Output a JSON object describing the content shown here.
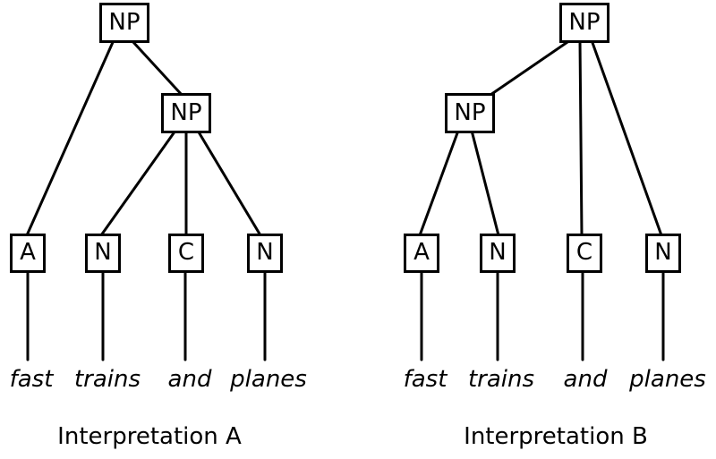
{
  "figure": {
    "phrase": "fast trains and planes",
    "tree_a": {
      "caption": "Interpretation A",
      "root_label": "NP",
      "inner_label": "NP",
      "leaves": [
        {
          "pos": "A",
          "word": "fast"
        },
        {
          "pos": "N",
          "word": "trains"
        },
        {
          "pos": "C",
          "word": "and"
        },
        {
          "pos": "N",
          "word": "planes"
        }
      ]
    },
    "tree_b": {
      "caption": "Interpretation B",
      "root_label": "NP",
      "inner_label": "NP",
      "leaves": [
        {
          "pos": "A",
          "word": "fast"
        },
        {
          "pos": "N",
          "word": "trains"
        },
        {
          "pos": "C",
          "word": "and"
        },
        {
          "pos": "N",
          "word": "planes"
        }
      ]
    },
    "colors": {
      "ink": "#000000",
      "background": "#ffffff"
    }
  }
}
